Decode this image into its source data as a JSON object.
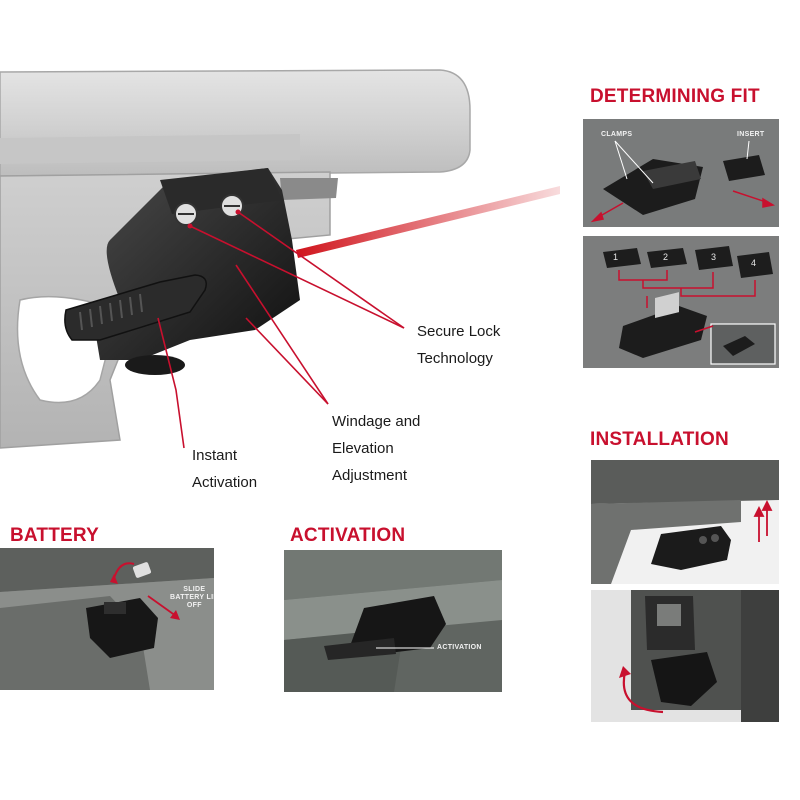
{
  "colors": {
    "accent": "#c8102e",
    "laser": "#d0141c",
    "callout_line": "#c8102e"
  },
  "hero": {
    "callouts": {
      "secure_lock": [
        "Secure Lock",
        "Technology"
      ],
      "windage": [
        "Windage and",
        "Elevation",
        "Adjustment"
      ],
      "instant": [
        "Instant",
        "Activation"
      ]
    }
  },
  "sections": {
    "determining_fit": {
      "title": "DETERMINING FIT",
      "labels": {
        "clamps": "CLAMPS",
        "insert": "INSERT"
      },
      "inserts": [
        "1",
        "2",
        "3",
        "4"
      ]
    },
    "installation": {
      "title": "INSTALLATION"
    },
    "battery": {
      "title": "BATTERY",
      "label": [
        "SLIDE",
        "BATTERY LID",
        "OFF"
      ]
    },
    "activation": {
      "title": "ACTIVATION",
      "label": "ACTIVATION"
    }
  }
}
